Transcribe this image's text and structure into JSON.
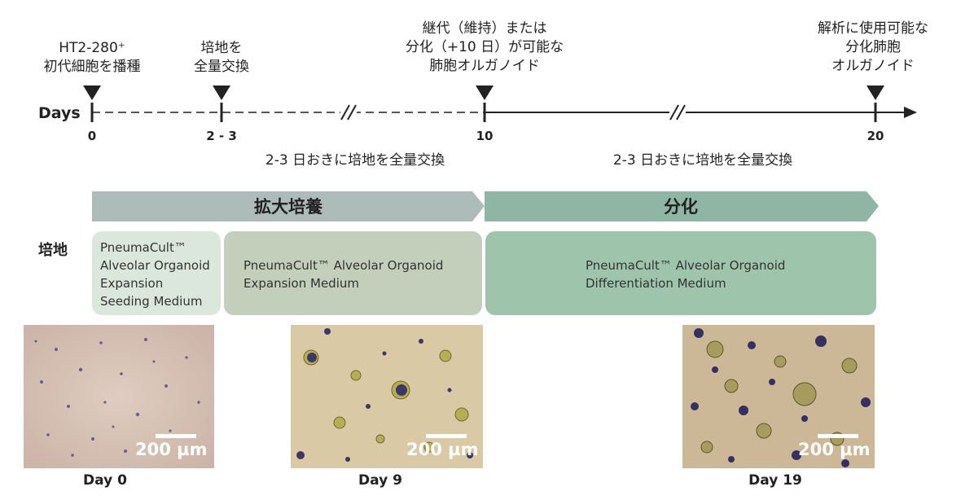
{
  "timeline": {
    "axis_label": "Days",
    "ticks": [
      "0",
      "2 - 3",
      "10",
      "20"
    ],
    "events": [
      {
        "lines": [
          "HT2-280⁺",
          "初代細胞を播種"
        ]
      },
      {
        "lines": [
          "培地を",
          "全量交換"
        ]
      },
      {
        "lines": [
          "継代（維持）または",
          "分化（+10 日）が可能な",
          "肺胞オルガノイド"
        ]
      },
      {
        "lines": [
          "解析に使用可能な",
          "分化肺胞",
          "オルガノイド"
        ]
      }
    ],
    "interval_notes": [
      "2-3 日おきに培地を全量交換",
      "2-3 日おきに培地を全量交換"
    ]
  },
  "phases": {
    "expansion": "拡大培養",
    "differentiation": "分化"
  },
  "media": {
    "row_label": "培地",
    "seeding": {
      "lines": [
        "PneumaCult™",
        "Alveolar Organoid",
        "Expansion",
        "Seeding Medium"
      ]
    },
    "expansion": {
      "lines": [
        "PneumaCult™ Alveolar Organoid",
        "Expansion Medium"
      ]
    },
    "differentiation": {
      "lines": [
        "PneumaCult™ Alveolar Organoid",
        "Differentiation Medium"
      ]
    }
  },
  "images": [
    {
      "scale_label": "200 µm",
      "caption": "Day 0"
    },
    {
      "scale_label": "200 µm",
      "caption": "Day 9"
    },
    {
      "scale_label": "200 µm",
      "caption": "Day 19"
    }
  ],
  "colors": {
    "expansion_arrow": "#adbbb9",
    "differentiation_arrow": "#8fb6a5",
    "seeding_box": "#dbe6dc",
    "expansion_box": "#c3cfba",
    "differentiation_box": "#9fc4ac",
    "photo_day0": "#d7c1b6",
    "photo_day9": "#d8c7a2",
    "photo_day19": "#cbb796"
  }
}
